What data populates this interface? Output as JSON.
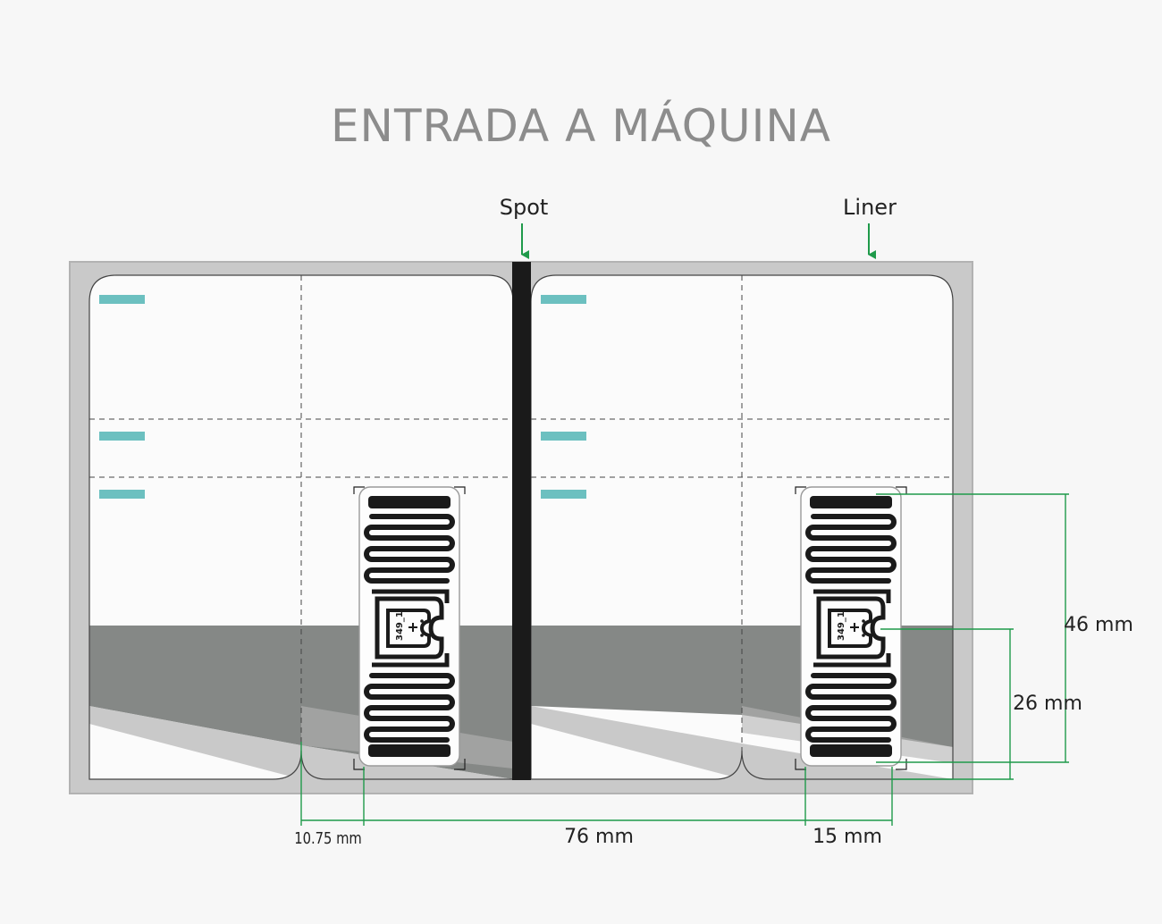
{
  "title": "ENTRADA A MÁQUINA",
  "labels": {
    "spot": "Spot",
    "liner": "Liner"
  },
  "antenna": {
    "code": "349_1"
  },
  "dimensions": {
    "left_gap": "10.75 mm",
    "pitch": "76 mm",
    "inlay_width": "15 mm",
    "inlay_height": "46 mm",
    "chip_offset": "26 mm"
  },
  "colors": {
    "liner": "#c9c9c9",
    "spot": "#1a1a1a",
    "marker": "#6cc0c0",
    "dimension": "#1f9a4a",
    "shadow": "#858886",
    "antenna": "#1a1a1a"
  }
}
